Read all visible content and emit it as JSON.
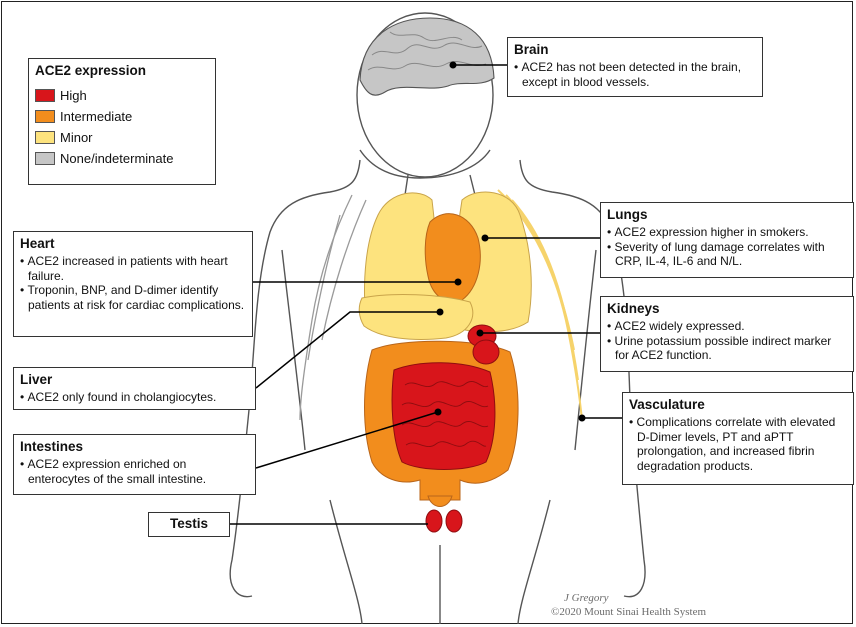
{
  "legend": {
    "title": "ACE2 expression",
    "items": [
      {
        "label": "High",
        "color": "#d8151b"
      },
      {
        "label": "Intermediate",
        "color": "#f28d1d"
      },
      {
        "label": "Minor",
        "color": "#fde37e"
      },
      {
        "label": "None/indeterminate",
        "color": "#c6c6c6"
      }
    ]
  },
  "brain": {
    "title": "Brain",
    "bullets": [
      "ACE2 has not been detected in the brain, except in blood vessels."
    ]
  },
  "heart": {
    "title": "Heart",
    "bullets": [
      "ACE2 increased in patients with heart failure.",
      "Troponin, BNP, and D-dimer identify patients at risk for cardiac complications."
    ]
  },
  "liver": {
    "title": "Liver",
    "bullets": [
      "ACE2 only found in cholangiocytes."
    ]
  },
  "intestines": {
    "title": "Intestines",
    "bullets": [
      "ACE2 expression enriched on enterocytes of the small intestine."
    ]
  },
  "testis": {
    "title": "Testis"
  },
  "lungs": {
    "title": "Lungs",
    "bullets": [
      "ACE2 expression higher in smokers.",
      "Severity of lung damage correlates with CRP, IL-4, IL-6 and N/L."
    ]
  },
  "kidneys": {
    "title": "Kidneys",
    "bullets": [
      "ACE2 widely expressed.",
      "Urine potassium possible indirect marker for ACE2 function."
    ]
  },
  "vasculature": {
    "title": "Vasculature",
    "bullets": [
      "Complications correlate with elevated D-Dimer levels, PT and aPTT prolongation, and increased fibrin degradation products."
    ]
  },
  "credit": {
    "artist": "J Gregory",
    "copyright": "©2020 Mount Sinai Health System"
  }
}
